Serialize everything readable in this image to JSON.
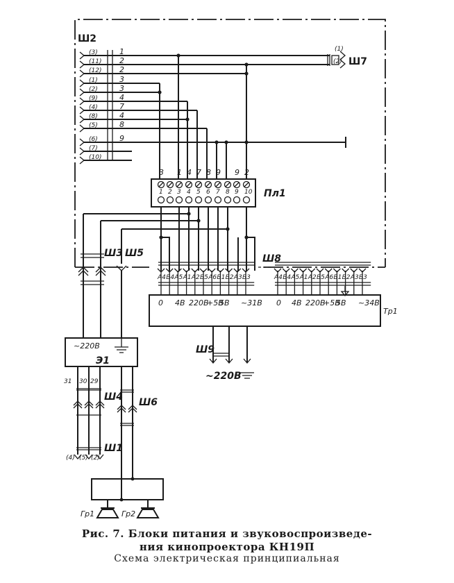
{
  "figure": {
    "caption_line1": "Рис. 7. Блоки питания и звуковоспроизведе-",
    "caption_line2": "ния кинопроектора КН19П",
    "caption_line3": "Схема электрическая принципиальная"
  },
  "connectors": {
    "sh2": "Ш2",
    "sh3": "Ш3",
    "sh5": "Ш5",
    "sh7": "Ш7",
    "sh8": "Ш8",
    "sh4": "Ш4",
    "sh6": "Ш6",
    "sh1": "Ш1",
    "sh9": "Ш9"
  },
  "sh2_pins": [
    {
      "pin": "(3)",
      "wire": "1"
    },
    {
      "pin": "(11)",
      "wire": "2"
    },
    {
      "pin": "(12)",
      "wire": "2"
    },
    {
      "pin": "(1)",
      "wire": "3"
    },
    {
      "pin": "(2)",
      "wire": "3"
    },
    {
      "pin": "(9)",
      "wire": "4"
    },
    {
      "pin": "(4)",
      "wire": "7"
    },
    {
      "pin": "(8)",
      "wire": "4"
    },
    {
      "pin": "(5)",
      "wire": "8"
    },
    {
      "pin": "(6)",
      "wire": "9"
    },
    {
      "pin": "(7)",
      "wire": ""
    },
    {
      "pin": "(10)",
      "wire": ""
    }
  ],
  "sh7_pins": [
    "(1)",
    "(2)"
  ],
  "terminal_block": {
    "name": "Пл1",
    "top_wires": [
      "3",
      "",
      "1",
      "4",
      "7",
      "8",
      "9",
      "",
      "9",
      "2"
    ],
    "terminals": [
      "1",
      "2",
      "3",
      "4",
      "5",
      "6",
      "7",
      "8",
      "9",
      "10"
    ]
  },
  "sh8_left_pins": [
    "А4",
    "Б4",
    "А5",
    "А1",
    "А2",
    "Б5",
    "А6",
    "Б1",
    "Б2",
    "А3",
    "Б3"
  ],
  "sh8_right_pins": [
    "А4",
    "Б4",
    "А5",
    "А1",
    "А2",
    "Б5",
    "А6",
    "Б1",
    "Б2",
    "А3",
    "Б3"
  ],
  "transformer": {
    "name": "Тр1",
    "left_taps": [
      "0",
      "4В",
      "220В",
      "+5В",
      "5В",
      "~31В"
    ],
    "right_taps": [
      "0",
      "4В",
      "220В",
      "+5В",
      "5В",
      "~34В"
    ]
  },
  "sh9_label": "~220В",
  "unit_e1": {
    "name": "Э1",
    "voltage": "~220В",
    "outputs": [
      "31",
      "30",
      "29"
    ]
  },
  "sh1_pins": [
    "(4)",
    "(5)",
    "(2)"
  ],
  "speakers": [
    "Гр1",
    "Гр2"
  ]
}
